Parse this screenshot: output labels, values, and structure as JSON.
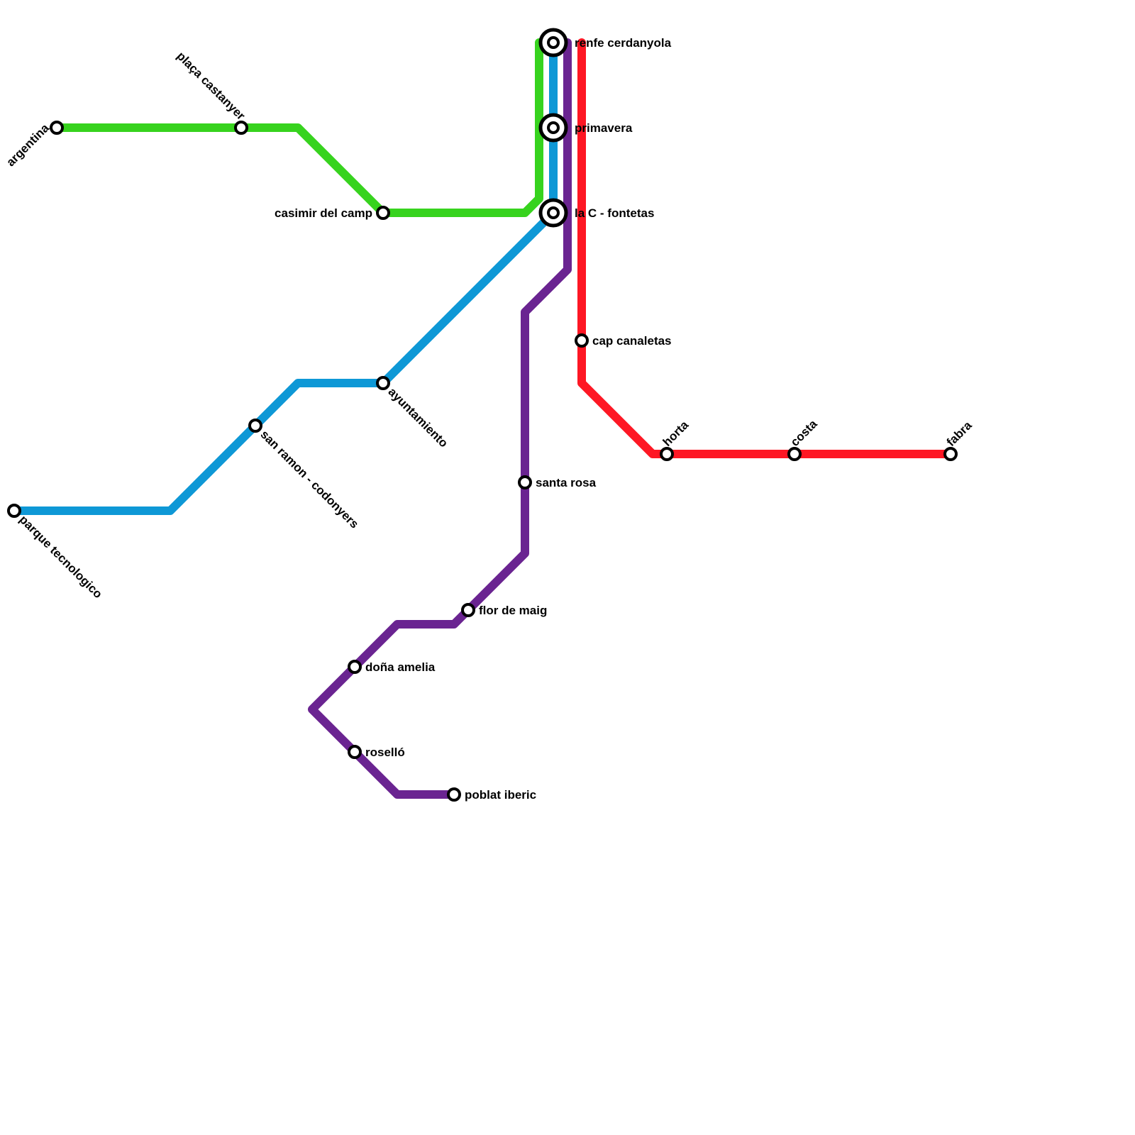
{
  "lines": {
    "green": {
      "color": "#37d31e"
    },
    "blue": {
      "color": "#0e98d6"
    },
    "purple": {
      "color": "#6a2491"
    },
    "red": {
      "color": "#fe1724"
    }
  },
  "stations": {
    "argentina": {
      "label": "argentina",
      "interchange": false
    },
    "placa_castanyer": {
      "label": "plaça castanyer",
      "interchange": false
    },
    "casimir_del_camp": {
      "label": "casimir del camp",
      "interchange": false
    },
    "renfe_cerdanyola": {
      "label": "renfe cerdanyola",
      "interchange": true
    },
    "primavera": {
      "label": "primavera",
      "interchange": true
    },
    "la_c_fontetas": {
      "label": "la C - fontetas",
      "interchange": true
    },
    "cap_canaletas": {
      "label": "cap canaletas",
      "interchange": false
    },
    "ayuntamiento": {
      "label": "ayuntamiento",
      "interchange": false
    },
    "san_ramon_codonyers": {
      "label": "san ramon - codonyers",
      "interchange": false
    },
    "parque_tecnologico": {
      "label": "parque tecnologico",
      "interchange": false
    },
    "horta": {
      "label": "horta",
      "interchange": false
    },
    "costa": {
      "label": "costa",
      "interchange": false
    },
    "fabra": {
      "label": "fabra",
      "interchange": false
    },
    "santa_rosa": {
      "label": "santa rosa",
      "interchange": false
    },
    "flor_de_maig": {
      "label": "flor de maig",
      "interchange": false
    },
    "dona_amelia": {
      "label": "doña amelia",
      "interchange": false
    },
    "rosello": {
      "label": "roselló",
      "interchange": false
    },
    "poblat_iberic": {
      "label": "poblat iberic",
      "interchange": false
    }
  }
}
